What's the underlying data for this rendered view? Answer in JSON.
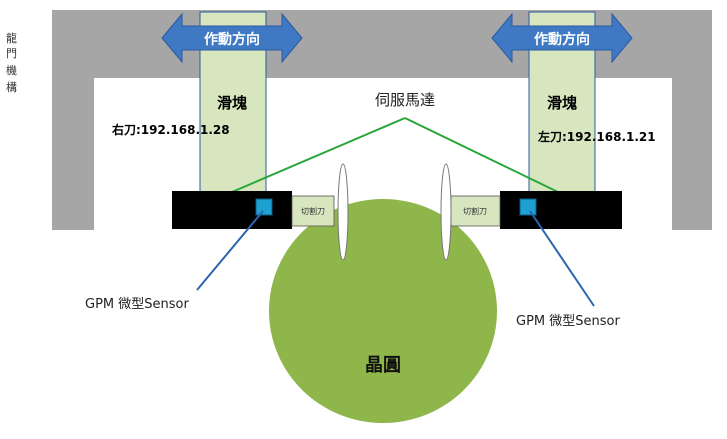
{
  "frame_label": [
    "龍",
    "門",
    "機",
    "構"
  ],
  "arrows": {
    "left_text": "作動方向",
    "right_text": "作動方向",
    "color": "#3f79c4",
    "border": "#2a5aa0"
  },
  "sliders": {
    "left_label": "滑塊",
    "right_label": "滑塊",
    "left_ip": "右刀:192.168.1.28",
    "right_ip": "左刀:192.168.1.21",
    "fill": "#d8e6c0"
  },
  "servo_label": "伺服馬達",
  "blades": {
    "left_label": "切割刀",
    "right_label": "切割刀"
  },
  "sensors": {
    "left_label": "GPM 微型Sensor",
    "right_label": "GPM 微型Sensor",
    "color": "#1ea0d0"
  },
  "wafer": {
    "label": "晶圓",
    "fill": "#8fb64a"
  },
  "colors": {
    "frame": "#a6a6a6",
    "bar": "#000000",
    "servo_line": "#27a63a",
    "leader_line": "#2a65b0"
  }
}
